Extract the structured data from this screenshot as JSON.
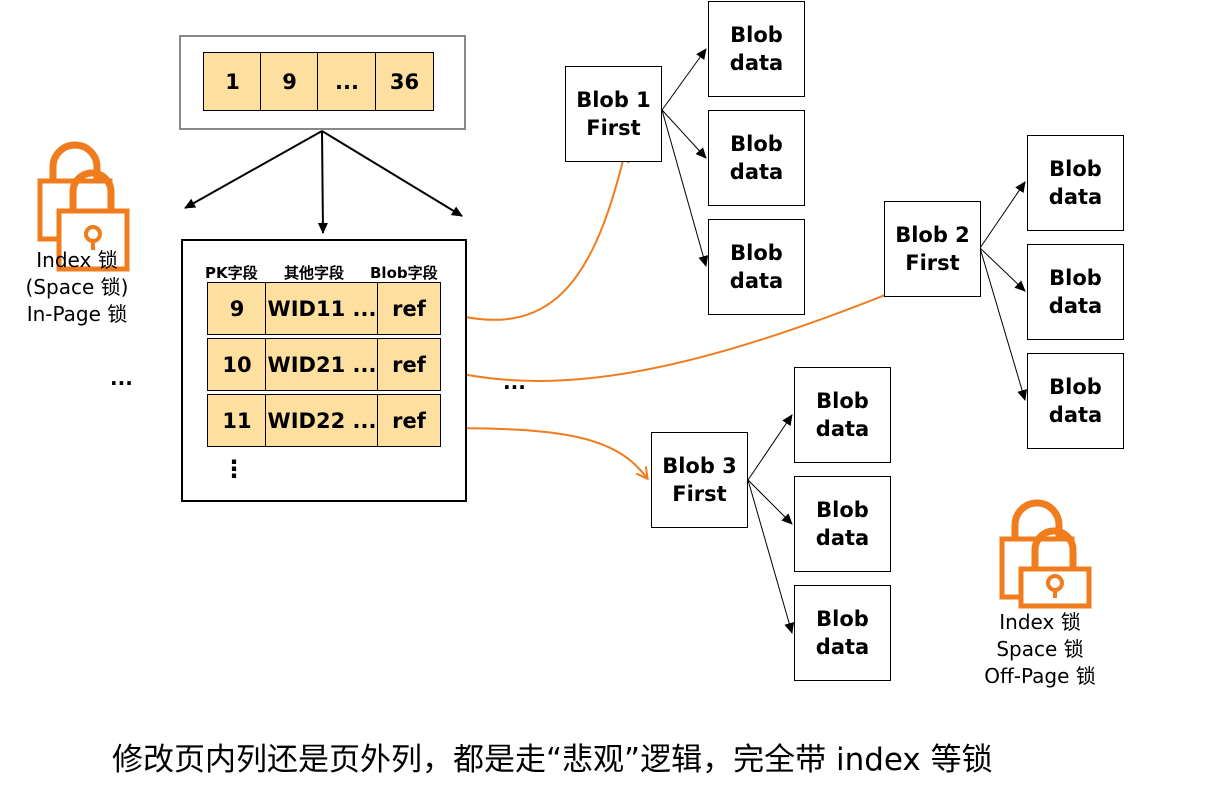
{
  "root_page": {
    "keys": [
      "1",
      "9",
      "...",
      "36"
    ]
  },
  "leaf_page": {
    "headers": [
      "PK字段",
      "其他字段",
      "Blob字段"
    ],
    "rows": [
      {
        "pk": "9",
        "other": "WID11 ...",
        "blob": "ref"
      },
      {
        "pk": "10",
        "other": "WID21 ...",
        "blob": "ref"
      },
      {
        "pk": "11",
        "other": "WID22 ...",
        "blob": "ref"
      }
    ],
    "more": "⋮"
  },
  "blob_first": [
    {
      "line1": "Blob 1",
      "line2": "First"
    },
    {
      "line1": "Blob 2",
      "line2": "First"
    },
    {
      "line1": "Blob 3",
      "line2": "First"
    }
  ],
  "blob_data": {
    "line1": "Blob",
    "line2": "data"
  },
  "left_lock": {
    "line1": "Index 锁",
    "line2": "(Space 锁)",
    "line3": "In-Page 锁"
  },
  "right_lock": {
    "line1": "Index 锁",
    "line2": "Space 锁",
    "line3": "Off-Page 锁"
  },
  "ellipsis_left": "...",
  "ellipsis_mid": "...",
  "caption": "修改页内列还是页外列，都是走“悲观”逻辑，完全带 index 等锁",
  "colors": {
    "cell": "#fddfa0",
    "lock": "#f07c1e",
    "arrow_orange": "#f07c1e"
  },
  "icons": [
    "lock-icon"
  ]
}
